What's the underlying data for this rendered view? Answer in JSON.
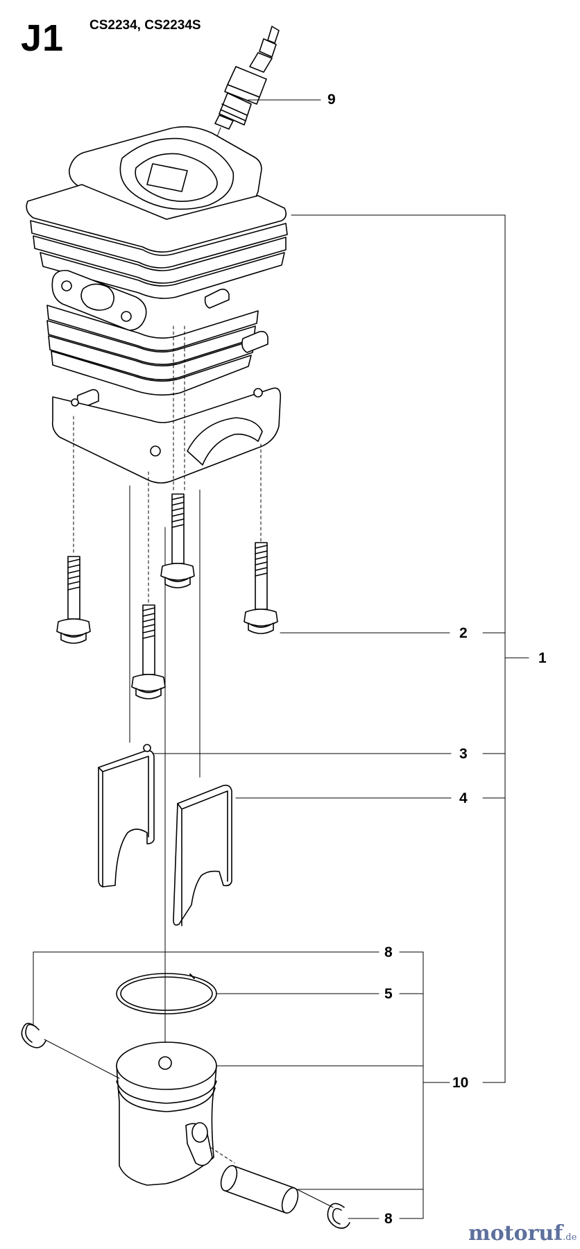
{
  "header": {
    "section_id": "J1",
    "models": "CS2234, CS2234S"
  },
  "callouts": {
    "c9": "9",
    "c2": "2",
    "c1": "1",
    "c3": "3",
    "c4": "4",
    "c8_top": "8",
    "c5": "5",
    "c10": "10",
    "c8_bottom": "8"
  },
  "parts": {
    "spark_plug": "9",
    "cylinder_assembly": "1",
    "cylinder_bolts": "2",
    "gasket_left": "3",
    "gasket_right": "4",
    "piston_ring": "5",
    "circlip": "8",
    "piston_kit": "10"
  },
  "watermark": {
    "brand_orange": "motoruf",
    "tld": ".de"
  },
  "colors": {
    "line": "#000000",
    "watermark": "#5d6f9c"
  }
}
